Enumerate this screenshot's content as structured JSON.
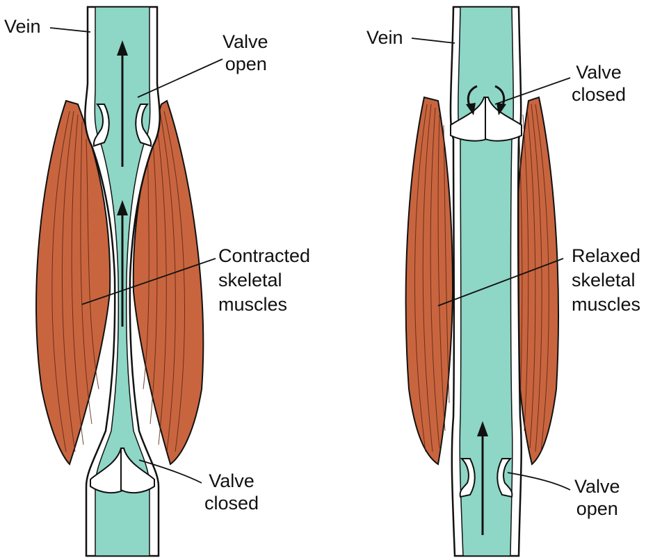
{
  "left_panel": {
    "vein_label": "Vein",
    "top_valve": {
      "line1": "Valve",
      "line2": "open"
    },
    "muscles": {
      "line1": "Contracted",
      "line2": "skeletal",
      "line3": "muscles"
    },
    "bottom_valve": {
      "line1": "Valve",
      "line2": "closed"
    }
  },
  "right_panel": {
    "vein_label": "Vein",
    "top_valve": {
      "line1": "Valve",
      "line2": "closed"
    },
    "muscles": {
      "line1": "Relaxed",
      "line2": "skeletal",
      "line3": "muscles"
    },
    "bottom_valve": {
      "line1": "Valve",
      "line2": "open"
    }
  },
  "colors": {
    "blood": "#8ed6c6",
    "muscle": "#c8653f",
    "muscle_fiber": "#5a2412",
    "outline": "#111111",
    "valve": "#ffffff"
  }
}
